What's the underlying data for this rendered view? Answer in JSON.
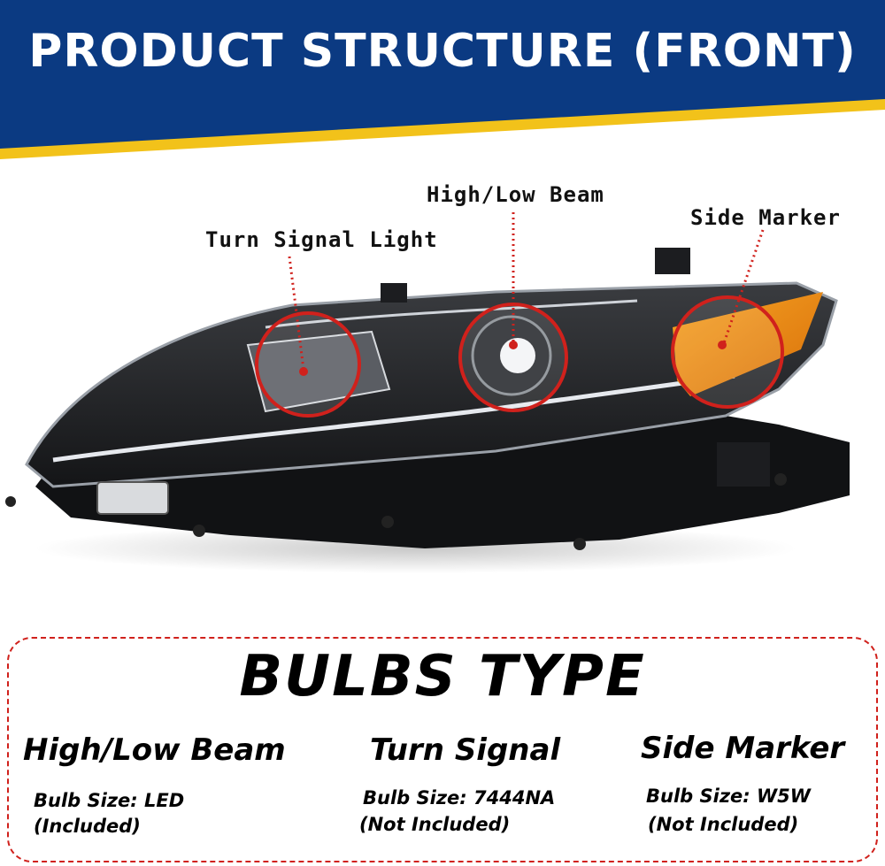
{
  "header": {
    "title": "PRODUCT STRUCTURE (FRONT)"
  },
  "callouts": {
    "high_low_beam": "High/Low Beam",
    "turn_signal": "Turn Signal Light",
    "side_marker": "Side Marker"
  },
  "bulbs": {
    "title": "BULBS TYPE",
    "columns": [
      {
        "name": "High/Low Beam",
        "size": "Bulb Size: LED",
        "note": "(Included)"
      },
      {
        "name": "Turn Signal",
        "size": "Bulb Size: 7444NA",
        "note": "(Not Included)"
      },
      {
        "name": "Side Marker",
        "size": "Bulb Size: W5W",
        "note": "(Not Included)"
      }
    ]
  },
  "colors": {
    "banner_blue": "#0b3a82",
    "banner_stripe": "#f2c21a",
    "highlight_red": "#d0211c",
    "amber": "#f08c12"
  }
}
